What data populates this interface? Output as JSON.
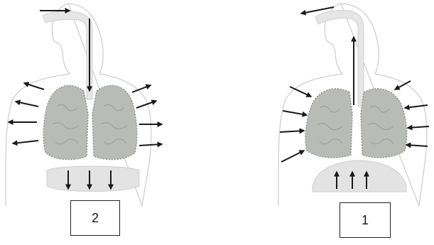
{
  "diagrams": [
    {
      "id": "left",
      "label": "2",
      "lung_motion": "expanding",
      "air_flow": "inward",
      "diaphragm_motion": "downward"
    },
    {
      "id": "right",
      "label": "1",
      "lung_motion": "contracting",
      "air_flow": "outward",
      "diaphragm_motion": "upward"
    }
  ],
  "colors": {
    "outline": "#cfcfcf",
    "lung_fill": "#b9bcb6",
    "lung_texture": "#9ea19b",
    "diaphragm_fill": "#e3e3e3",
    "airway_fill": "#e6e6e6",
    "arrow": "#1a1a1a",
    "box_border": "#222222"
  },
  "icons": {
    "arrow": "arrow-icon",
    "lung": "lung-icon",
    "diaphragm": "diaphragm-icon"
  }
}
